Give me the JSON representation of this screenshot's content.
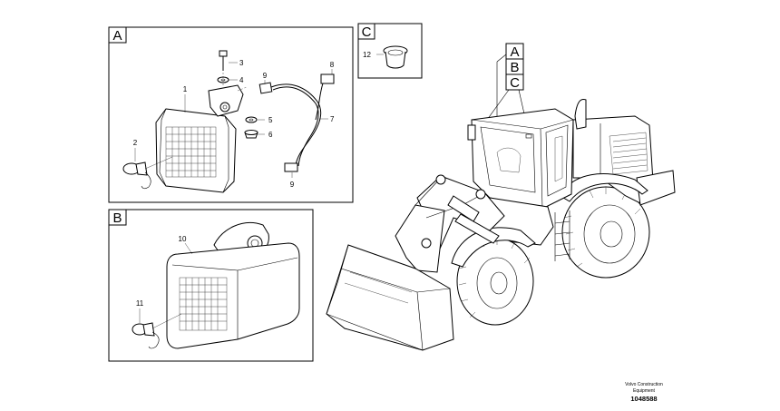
{
  "panels": {
    "A": {
      "label": "A",
      "parts": [
        "1",
        "2",
        "3",
        "4",
        "5",
        "6",
        "7",
        "8",
        "9",
        "9"
      ]
    },
    "B": {
      "label": "B",
      "parts": [
        "10",
        "11"
      ]
    },
    "C": {
      "label": "C",
      "parts": [
        "12"
      ]
    }
  },
  "machine_callouts": [
    "A",
    "B",
    "C"
  ],
  "footer": {
    "brand_line1": "Volvo Construction",
    "brand_line2": "Equipment",
    "figure_number": "1048588"
  }
}
